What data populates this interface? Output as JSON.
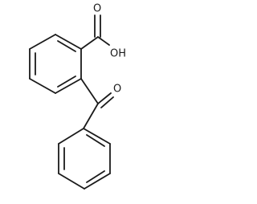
{
  "molecule": {
    "atom_labels": {
      "hydroxyl": "OH",
      "carboxyl_oxygen": "O",
      "ketone_oxygen": "O"
    },
    "colors": {
      "bond": "#1a1a1a",
      "background": "#ffffff"
    }
  }
}
